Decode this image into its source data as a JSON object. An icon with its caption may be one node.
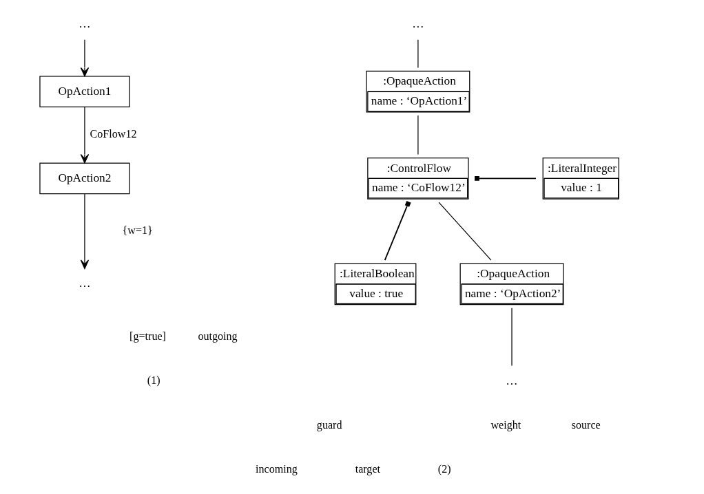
{
  "diagram": {
    "nodes": [
      {
        "text": [
          "…"
        ]
      },
      {
        "text": [
          "OpAction1"
        ]
      },
      {
        "text": [
          "OpAction2"
        ]
      },
      {
        "text": [
          "…"
        ]
      },
      {
        "text": [
          "…"
        ]
      },
      {
        "text": [
          ":OpaqueAction",
          "name : ‘OpAction1’"
        ]
      },
      {
        "text": [
          ":ControlFlow",
          "name : ‘CoFlow12’"
        ]
      },
      {
        "text": [
          ":LiteralInteger",
          "value : 1"
        ]
      },
      {
        "text": [
          ":LiteralBoolean",
          "value : true"
        ]
      },
      {
        "text": [
          ":OpaqueAction",
          "name : ‘OpAction2’"
        ]
      },
      {
        "text": [
          "…"
        ]
      }
    ],
    "edges": [
      {
        "from": 0,
        "to": 1,
        "arrow": "to"
      },
      {
        "from": 1,
        "to": 2,
        "arrow": "to",
        "label": "CoFlow12"
      },
      {
        "from": 2,
        "to": 3,
        "arrow": "to"
      },
      {
        "from": 4,
        "to": 5,
        "arrow": "none"
      },
      {
        "from": 5,
        "to": 6,
        "arrow": "none"
      },
      {
        "from": 6,
        "to": 7,
        "arrow": "other"
      },
      {
        "from": 6,
        "to": 8,
        "arrow": "other"
      },
      {
        "from": 6,
        "to": 9,
        "arrow": "none"
      },
      {
        "from": 9,
        "to": 10,
        "arrow": "none"
      }
    ],
    "labels": [
      "{w=1}",
      "[g=true]",
      "source",
      "outgoing",
      "weight",
      "incoming",
      "guard",
      "target",
      "(1)",
      "(2)"
    ]
  }
}
